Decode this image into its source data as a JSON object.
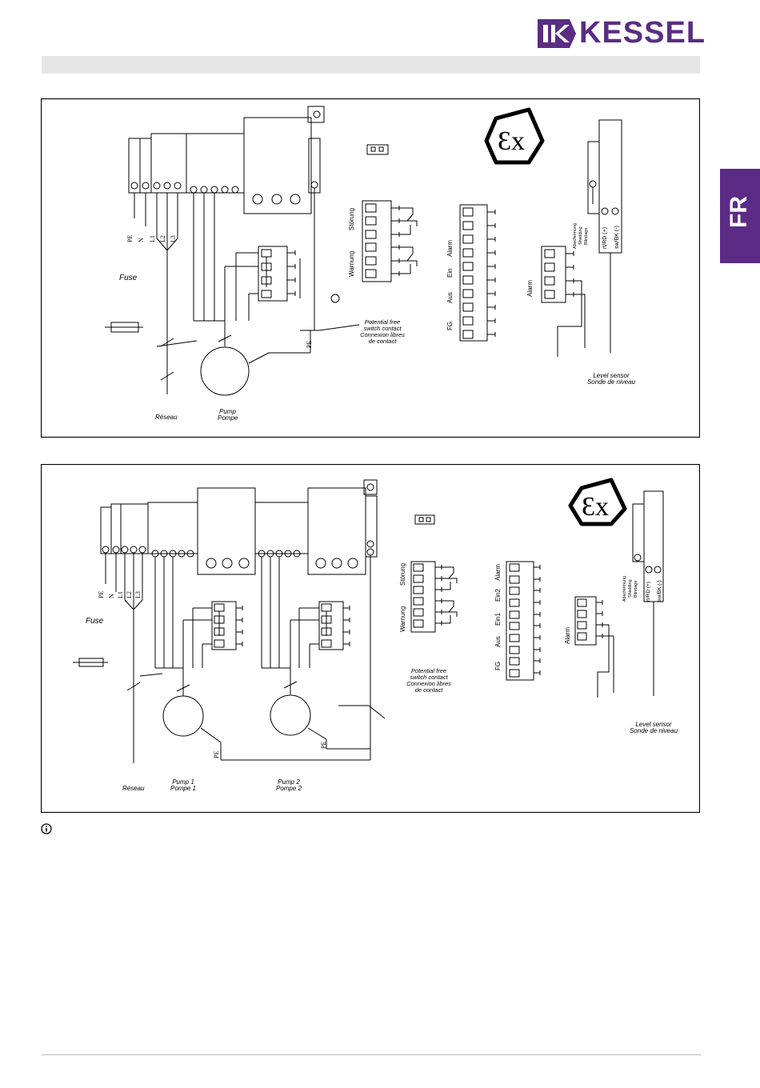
{
  "header": {
    "brand": "KESSEL",
    "section_tab": "FR",
    "colors": {
      "brand": "#5a2d82",
      "tab": "#5b2b86",
      "bar": "#e6e6e6"
    }
  },
  "diagram1": {
    "ex_symbol": "Ɛx",
    "terminals_left": [
      "PE",
      "N",
      "L1",
      "L2",
      "L3"
    ],
    "fuse": "Fuse",
    "reseau": "Réseau",
    "pump": [
      "Pump",
      "Pompe"
    ],
    "pe": "PE",
    "relay_labels": [
      "Störung",
      "Warnung"
    ],
    "potential": [
      "Potential free",
      "switch contact",
      "Connexion libres",
      "de contact"
    ],
    "control_labels": [
      "Alarm",
      "Ein",
      "Aus",
      "FG"
    ],
    "alarm": "Alarm",
    "shield": [
      "Abschirmung",
      "Shielding",
      "Blindage"
    ],
    "sensor_wires": [
      "rt/RD (+)",
      "sw/BK (-)"
    ],
    "level_sensor": [
      "Level sensor",
      "Sonde de niveau"
    ]
  },
  "diagram2": {
    "ex_symbol": "Ɛx",
    "terminals_left": [
      "PE",
      "N",
      "L1",
      "L2",
      "L3"
    ],
    "fuse": "Fuse",
    "reseau": "Réseau",
    "pump1": [
      "Pump 1",
      "Pompe 1"
    ],
    "pump2": [
      "Pump 2",
      "Pompe 2"
    ],
    "pe": "PE",
    "relay_labels": [
      "Störung",
      "Warnung"
    ],
    "potential": [
      "Potential free",
      "switch contact",
      "Connexion libres",
      "de contact"
    ],
    "control_labels": [
      "Alarm",
      "Ein2",
      "Ein1",
      "Aus",
      "FG"
    ],
    "alarm": "Alarm",
    "shield": [
      "Abschirmung",
      "Shielding",
      "Blindage"
    ],
    "sensor_wires": [
      "rt/RD (+)",
      "sw/BK (-)"
    ],
    "level_sensor": [
      "Level sensor",
      "Sonde de niveau"
    ]
  },
  "icons": {
    "info": "info-icon",
    "logo_mark": "kessel-logo-mark-icon"
  }
}
